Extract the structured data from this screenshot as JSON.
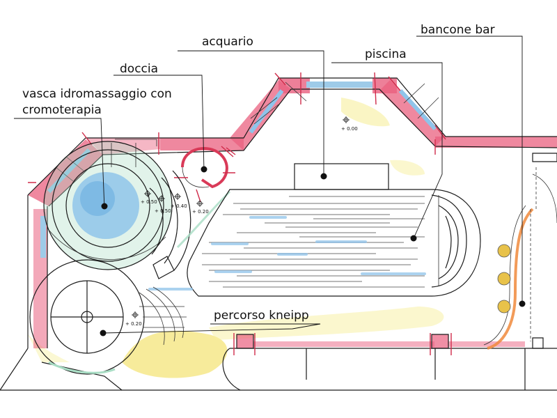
{
  "labels": {
    "vasca": "vasca idromassaggio con",
    "vasca2": "cromoterapia",
    "doccia": "doccia",
    "acquario": "acquario",
    "piscina": "piscina",
    "bancone": "bancone bar",
    "kneipp": "percorso kneipp"
  },
  "elevations": {
    "e050": "+ 0.50",
    "e040": "+ 0.40",
    "e020a": "+ 0.20",
    "e000": "+ 0.00",
    "e020b": "+ 0.20"
  },
  "colors": {
    "wall": "#e9607f",
    "water": "#8fc4ea",
    "kneipp": "#f2e06a",
    "bar": "#f08a3c",
    "mint": "#a8ddc4",
    "bar_stool": "#e8c24a"
  }
}
